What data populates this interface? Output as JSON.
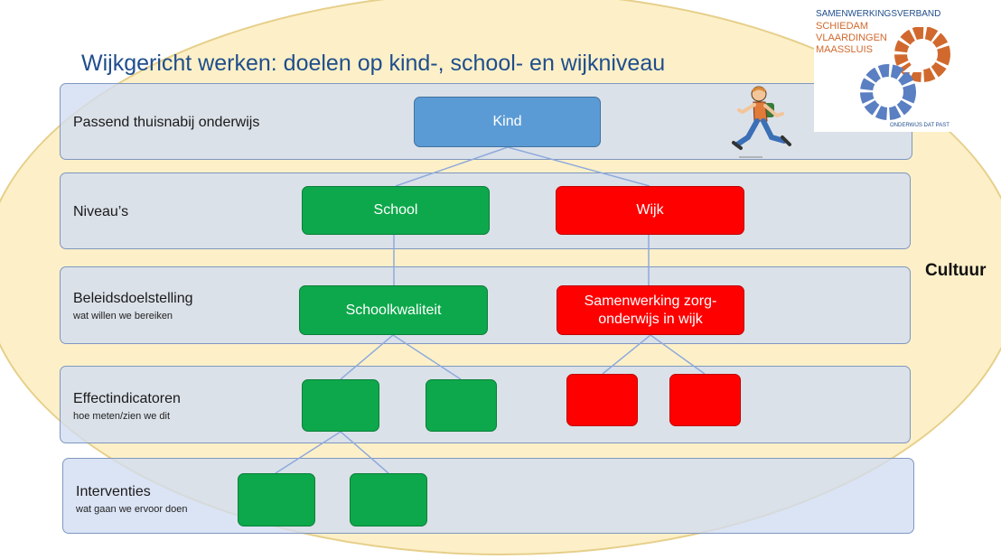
{
  "title": "Wijkgericht werken: doelen op kind-, school- en wijkniveau",
  "side_label": "Cultuur",
  "logo": {
    "line1": "SAMENWERKINGSVERBAND",
    "line2": "SCHIEDAM",
    "line3": "VLAARDINGEN",
    "line4": "MAASSLUIS",
    "tagline": "ONDERWIJS DAT PAST"
  },
  "levels": [
    {
      "label": "Passend thuisnabij onderwijs",
      "sub": ""
    },
    {
      "label": "Niveau’s",
      "sub": ""
    },
    {
      "label": "Beleidsdoelstelling",
      "sub": "wat willen we bereiken"
    },
    {
      "label": "Effectindicatoren",
      "sub": "hoe meten/zien we dit"
    },
    {
      "label": "Interventies",
      "sub": "wat gaan we ervoor doen"
    }
  ],
  "nodes": {
    "kind": "Kind",
    "school": "School",
    "wijk": "Wijk",
    "schoolkwaliteit": "Schoolkwaliteit",
    "samenwerking": "Samenwerking zorg-onderwijs in  wijk"
  },
  "colors": {
    "ellipse": "#fdf0c8",
    "band": "#d1dcf2",
    "kind": "#5b9bd5",
    "school_branch": "#0da84b",
    "wijk_branch": "#ff0000",
    "title": "#1f4e8c"
  }
}
